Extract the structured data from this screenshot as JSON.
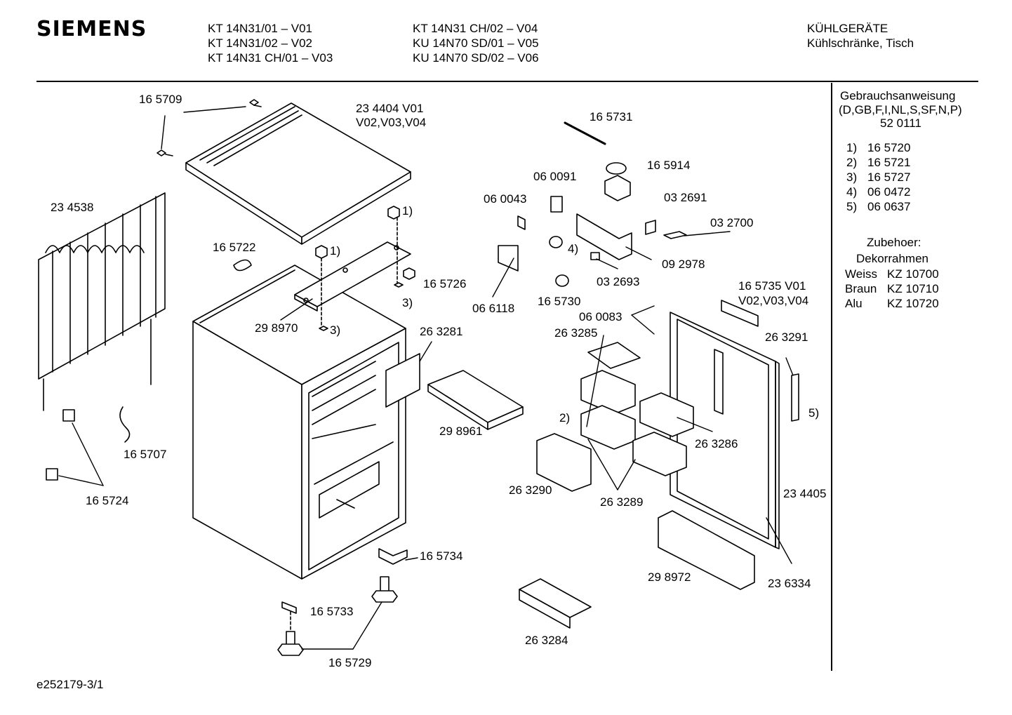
{
  "header": {
    "brand": "SIEMENS",
    "models_col1": [
      "KT 14N31/01 – V01",
      "KT 14N31/02 – V02",
      "KT 14N31 CH/01 – V03"
    ],
    "models_col2": [
      "KT 14N31 CH/02 – V04",
      "KU 14N70 SD/01 – V05",
      "KU 14N70 SD/02 – V06"
    ],
    "category": "KÜHLGERÄTE",
    "subcategory": "Kühlschränke, Tisch"
  },
  "sidebar": {
    "manual_title": "Gebrauchsanweisung",
    "manual_languages": "(D,GB,F,I,NL,S,SF,N,P)",
    "manual_number": "52 0111",
    "references": [
      {
        "key": "1)",
        "part": "16 5720"
      },
      {
        "key": "2)",
        "part": "16 5721"
      },
      {
        "key": "3)",
        "part": "16 5727"
      },
      {
        "key": "4)",
        "part": "06 0472"
      },
      {
        "key": "5)",
        "part": "06 0637"
      }
    ],
    "accessories_title": "Zubehoer:",
    "accessories_subtitle": "Dekorrahmen",
    "accessories": [
      {
        "name": "Weiss",
        "part": "KZ 10700"
      },
      {
        "name": "Braun",
        "part": "KZ 10710"
      },
      {
        "name": "Alu",
        "part": "KZ 10720"
      }
    ]
  },
  "part_labels": {
    "p165709": "16 5709",
    "p234404": "23 4404 V01",
    "p234404b": "V02,V03,V04",
    "p234538": "23 4538",
    "p165722": "16 5722",
    "p165726": "16 5726",
    "p298970": "29 8970",
    "p263281": "26 3281",
    "p298961": "29 8961",
    "p165707": "16 5707",
    "p165724": "16 5724",
    "p165734": "16 5734",
    "p165733": "16 5733",
    "p165729": "16 5729",
    "p165731": "16 5731",
    "p165914": "16 5914",
    "p060091": "06 0091",
    "p060043": "06 0043",
    "p032691": "03 2691",
    "p032700": "03 2700",
    "p092978": "09 2978",
    "p032693": "03 2693",
    "p066118": "06 6118",
    "p165730": "16 5730",
    "p165735": "16 5735 V01",
    "p165735b": "V02,V03,V04",
    "p060083": "06 0083",
    "p263285": "26 3285",
    "p263291": "26 3291",
    "p263286": "26 3286",
    "p263290": "26 3290",
    "p263289": "26 3289",
    "p234405": "23 4405",
    "p298972": "29 8972",
    "p236334": "23 6334",
    "p263284": "26 3284"
  },
  "callouts": {
    "c1": "1)",
    "c2": "2)",
    "c3": "3)",
    "c4": "4)",
    "c5": "5)"
  },
  "footer": {
    "drawing_id": "e252179-3/1"
  }
}
